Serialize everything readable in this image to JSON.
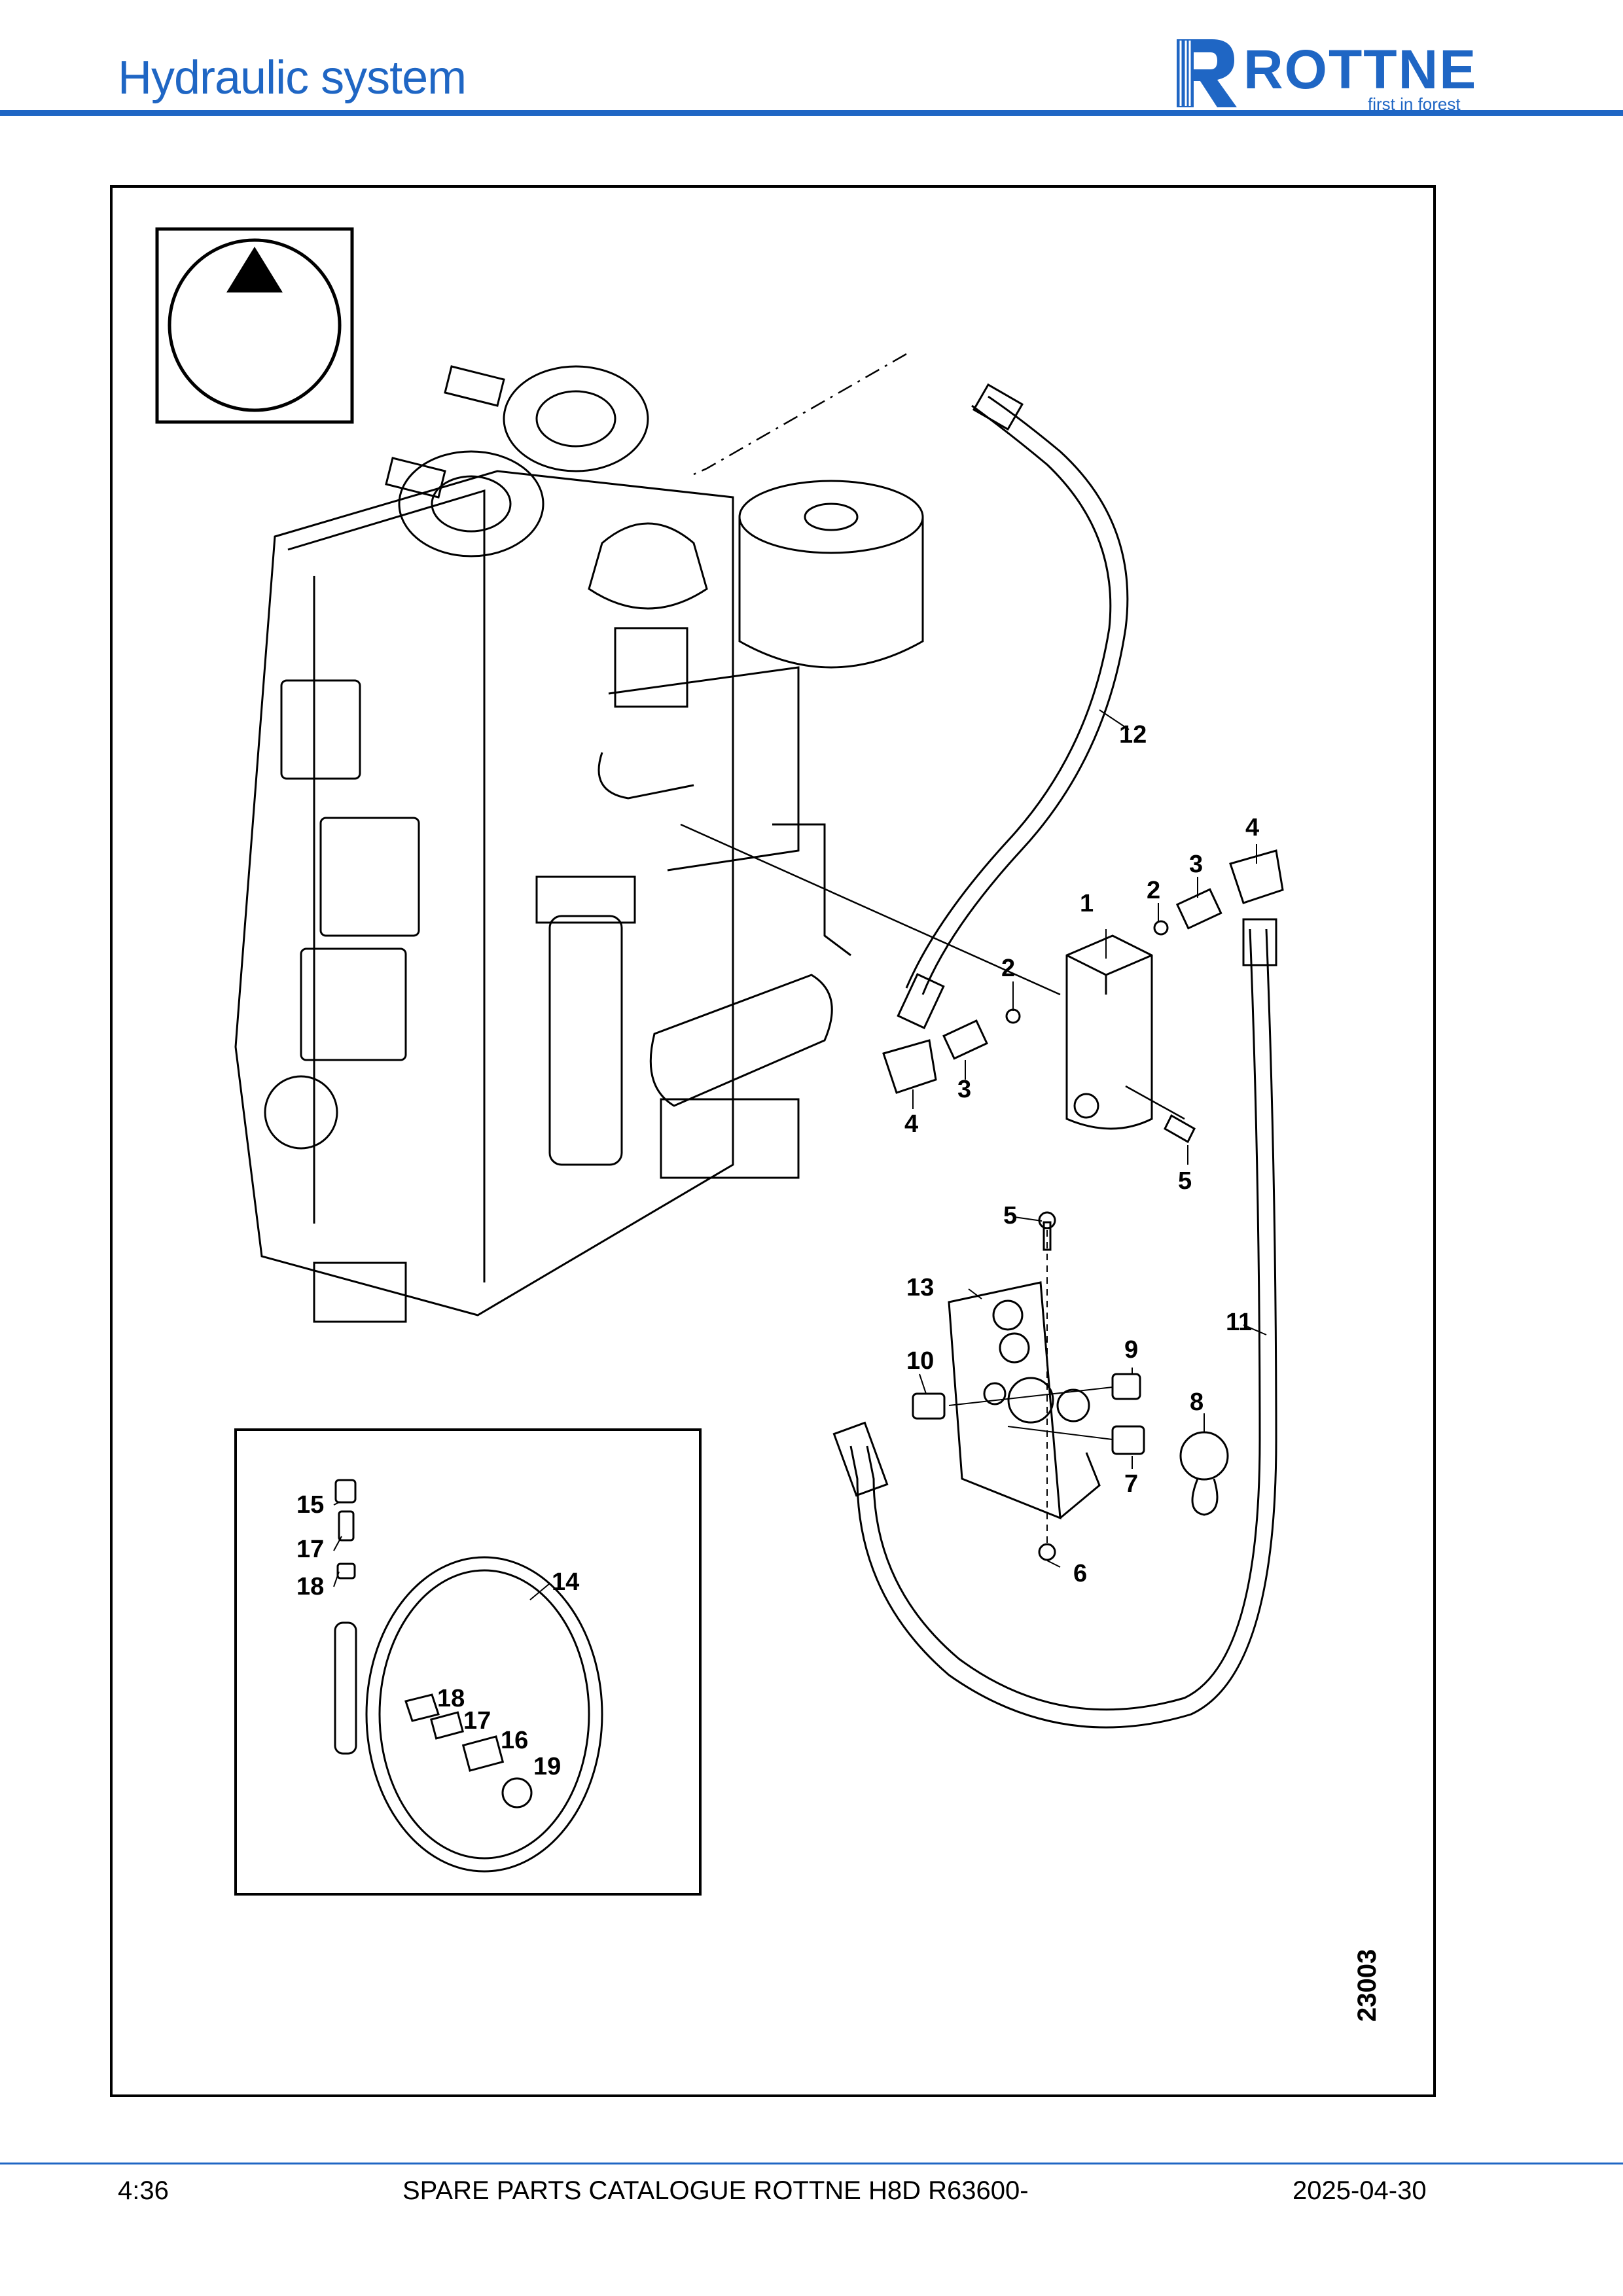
{
  "header": {
    "title": "Hydraulic system",
    "logo_word": "ROTTNE",
    "logo_tagline": "first in forest"
  },
  "drawing": {
    "number": "23003",
    "callouts": [
      "1",
      "2",
      "2",
      "3",
      "3",
      "4",
      "4",
      "5",
      "5",
      "6",
      "7",
      "8",
      "9",
      "10",
      "11",
      "12",
      "13",
      "14",
      "15",
      "16",
      "17",
      "17",
      "18",
      "18",
      "19"
    ]
  },
  "footer": {
    "page": "4:36",
    "catalogue": "SPARE PARTS CATALOGUE ROTTNE H8D R63600-",
    "date": "2025-04-30"
  },
  "colors": {
    "brand_blue": "#1f66c4"
  }
}
